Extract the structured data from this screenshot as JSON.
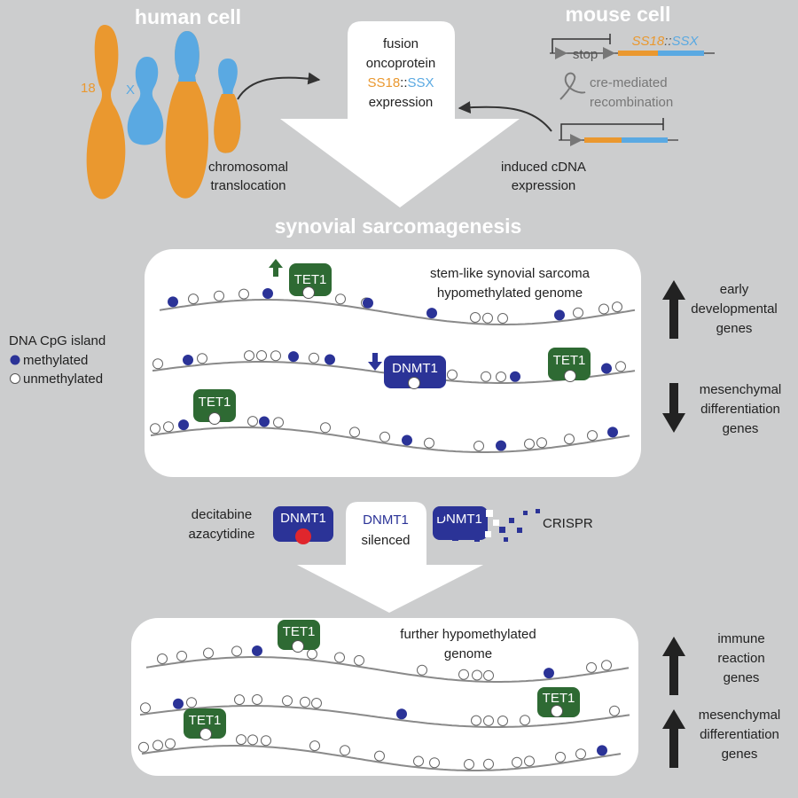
{
  "colors": {
    "background": "#cccdce",
    "panel": "#ffffff",
    "chr18": "#ea982f",
    "chrX": "#5aa9e2",
    "methylated": "#2b3397",
    "tet1": "#2e6a33",
    "dnmt1": "#2b3397",
    "inhibitor": "#e0262d",
    "arrow_dark": "#222222",
    "connector": "#333333",
    "construct_gray": "#777777"
  },
  "header": {
    "human_cell": "human cell",
    "mouse_cell": "mouse cell",
    "chr18_label": "18",
    "chrX_label": "X"
  },
  "fusion_box": {
    "line1": "fusion",
    "line2": "oncoprotein",
    "gene_a": "SS18",
    "separator": "::",
    "gene_b": "SSX",
    "line4": "expression"
  },
  "mouse_construct": {
    "stop_label": "stop",
    "gene_a": "SS18",
    "separator": "::",
    "gene_b": "SSX",
    "recombination_line1": "cre-mediated",
    "recombination_line2": "recombination"
  },
  "captions": {
    "translocation_line1": "chromosomal",
    "translocation_line2": "translocation",
    "induced_line1": "induced cDNA",
    "induced_line2": "expression",
    "main_title": "synovial sarcomagenesis"
  },
  "legend": {
    "title": "DNA CpG island",
    "methylated": "methylated",
    "unmethylated": "unmethylated"
  },
  "panel1": {
    "title_line1": "stem-like synovial sarcoma",
    "title_line2": "hypomethylated genome",
    "tet1_label": "TET1",
    "dnmt1_label": "DNMT1"
  },
  "side_labels_top": {
    "up_line1": "early",
    "up_line2": "developmental",
    "up_line3": "genes",
    "down_line1": "mesenchymal",
    "down_line2": "differentiation",
    "down_line3": "genes"
  },
  "treatment": {
    "drug_line1": "decitabine",
    "drug_line2": "azacytidine",
    "dnmt1_label": "DNMT1",
    "silenced_line1": "DNMT1",
    "silenced_line2": "silenced",
    "crispr_label": "CRISPR"
  },
  "panel2": {
    "title_line1": "further hypomethylated",
    "title_line2": "genome",
    "tet1_label": "TET1"
  },
  "side_labels_bottom": {
    "up1_line1": "immune",
    "up1_line2": "reaction",
    "up1_line3": "genes",
    "up2_line1": "mesenchymal",
    "up2_line2": "differentiation",
    "up2_line3": "genes"
  }
}
